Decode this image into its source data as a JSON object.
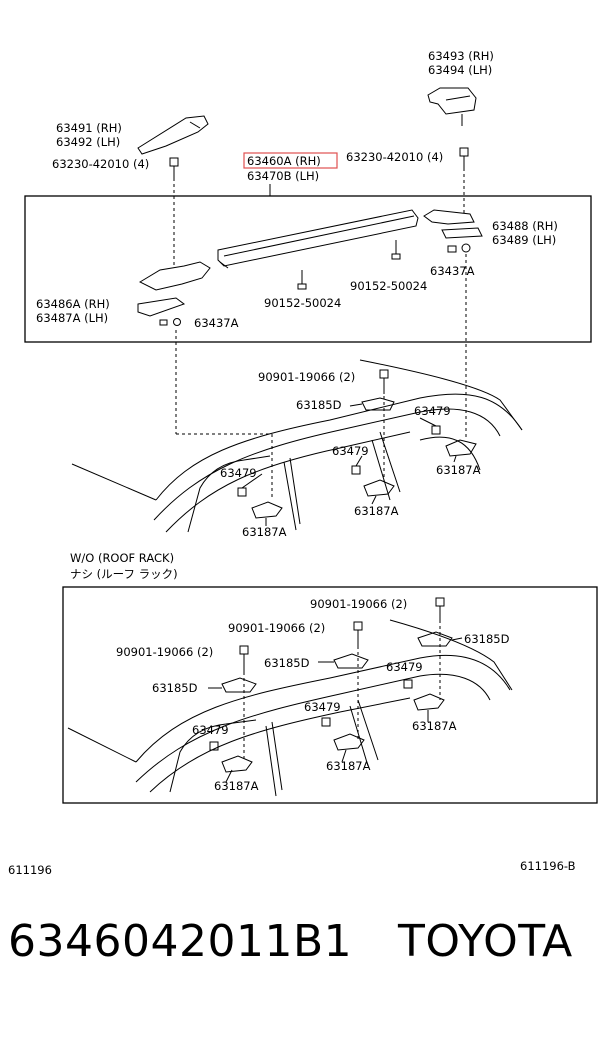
{
  "labels": {
    "end_cap_rh_top": "63493 (RH)",
    "end_cap_lh_top": "63494 (LH)",
    "end_cap_rh_left": "63491 (RH)",
    "end_cap_lh_left": "63492 (LH)",
    "screw_left": "63230-42010 (4)",
    "screw_right": "63230-42010 (4)",
    "rack_rh": "63460A (RH)",
    "rack_lh": "63470B (LH)",
    "bracket_rh_right": "63488 (RH)",
    "bracket_lh_right": "63489 (LH)",
    "nut_right": "63437A",
    "bracket_rh_left": "63486A (RH)",
    "bracket_lh_left": "63487A (LH)",
    "nut_left": "63437A",
    "bolt_a": "90152-50024",
    "bolt_b": "90152-50024",
    "bolt_roof": "90901-19066 (2)",
    "clip_d": "63185D",
    "clip_479_right": "63479",
    "clip_479_mid": "63479",
    "clip_479_left": "63479",
    "clip_187a_right": "63187A",
    "clip_187a_mid": "63187A",
    "clip_187a_left": "63187A",
    "wo_roof_rack_en": "W/O (ROOF RACK)",
    "wo_roof_rack_jp": "ナシ (ルーフ ラック)",
    "lower_bolt_right": "90901-19066 (2)",
    "lower_bolt_mid": "90901-19066 (2)",
    "lower_bolt_left": "90901-19066 (2)",
    "lower_clip_d_right": "63185D",
    "lower_clip_d_mid": "63185D",
    "lower_clip_d_left": "63185D",
    "lower_479_right": "63479",
    "lower_479_mid": "63479",
    "lower_479_left": "63479",
    "lower_187a_right": "63187A",
    "lower_187a_mid": "63187A",
    "lower_187a_left": "63187A",
    "code_left": "611196",
    "code_right": "611196-B"
  },
  "footer": {
    "part_number": "6346042011B1",
    "brand": "TOYOTA"
  },
  "colors": {
    "highlight": "#e05050",
    "ink": "#000000"
  }
}
